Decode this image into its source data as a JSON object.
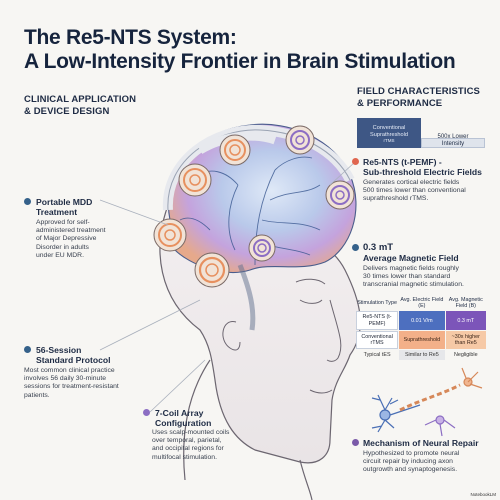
{
  "title": {
    "line1": "The Re5-NTS System:",
    "line2": "A Low-Intensity Frontier in Brain Stimulation"
  },
  "left_section": {
    "heading_line1": "CLINICAL APPLICATION",
    "heading_line2": "& DEVICE DESIGN",
    "items": [
      {
        "title_lines": [
          "Portable MDD",
          "Treatment"
        ],
        "text_lines": [
          "Approved for self-",
          "administered treatment",
          "of Major Depressive",
          "Disorder in adults",
          "under EU MDR."
        ],
        "dot_color": "#35618a"
      },
      {
        "title_lines": [
          "56-Session",
          "Standard Protocol"
        ],
        "text_lines": [
          "Most common clinical practice",
          "involves 56 daily 30-minute",
          "sessions for treatment-resistant",
          "patients."
        ],
        "dot_color": "#35618a"
      },
      {
        "title_lines": [
          "7-Coil Array",
          "Configuration"
        ],
        "text_lines": [
          "Uses scalp-mounted coils",
          "over temporal, parietal,",
          "and occipital regions for",
          "multifocal stimulation."
        ],
        "dot_color": "#8c6ec3"
      }
    ]
  },
  "right_section": {
    "heading_line1": "FIELD CHARACTERISTICS",
    "heading_line2": "& PERFORMANCE",
    "bar_chart": {
      "conventional_label_lines": [
        "Conventional",
        "Suprathreshold",
        "rTMS"
      ],
      "lower_label_lines": [
        "500x Lower",
        "Intensity"
      ]
    },
    "items": [
      {
        "title_lines": [
          "Re5-NTS (t-PEMF) -",
          "Sub-threshold Electric Fields"
        ],
        "text_lines": [
          "Generates cortical electric fields",
          "500 times lower than conventional",
          "suprathreshold rTMS."
        ],
        "dot_color": "#e0664f"
      },
      {
        "title_lines": [
          "0.3 mT",
          "Average Magnetic Field"
        ],
        "text_lines": [
          "Delivers magnetic fields roughly",
          "30 times lower than standard",
          "transcranial magnetic stimulation."
        ],
        "dot_color": "#35618a"
      },
      {
        "title_lines": [
          "Mechanism of Neural Repair"
        ],
        "text_lines": [
          "Hypothesized to promote neural",
          "circuit repair by inducing axon",
          "outgrowth and synaptogenesis."
        ],
        "dot_color": "#7a5aa8"
      }
    ],
    "table": {
      "headers": [
        "Stimulation Type",
        "Avg. Electric Field (E)",
        "Avg. Magnetic Field (B)"
      ],
      "rows": [
        {
          "cells": [
            "Re5-NTS (t-PEMF)",
            "0.01 V/m",
            "0.3 mT"
          ],
          "styles": [
            "c-white",
            "c-blue",
            "c-purple"
          ]
        },
        {
          "cells": [
            "Conventional rTMS",
            "Suprathreshold",
            "~30x higher than Re5"
          ],
          "styles": [
            "c-white",
            "c-orange",
            "c-peach"
          ]
        },
        {
          "cells": [
            "Typical tES",
            "Similar to Re5",
            "Negligible"
          ],
          "styles": [
            "c-plain",
            "c-grey",
            "c-plain"
          ]
        }
      ]
    }
  },
  "footer": "NotebookLM",
  "colors": {
    "brand_navy": "#16243d",
    "coil_orange": "#e7905f",
    "coil_purple": "#8c6ec3",
    "brain_blue": "#6f9ad6"
  }
}
